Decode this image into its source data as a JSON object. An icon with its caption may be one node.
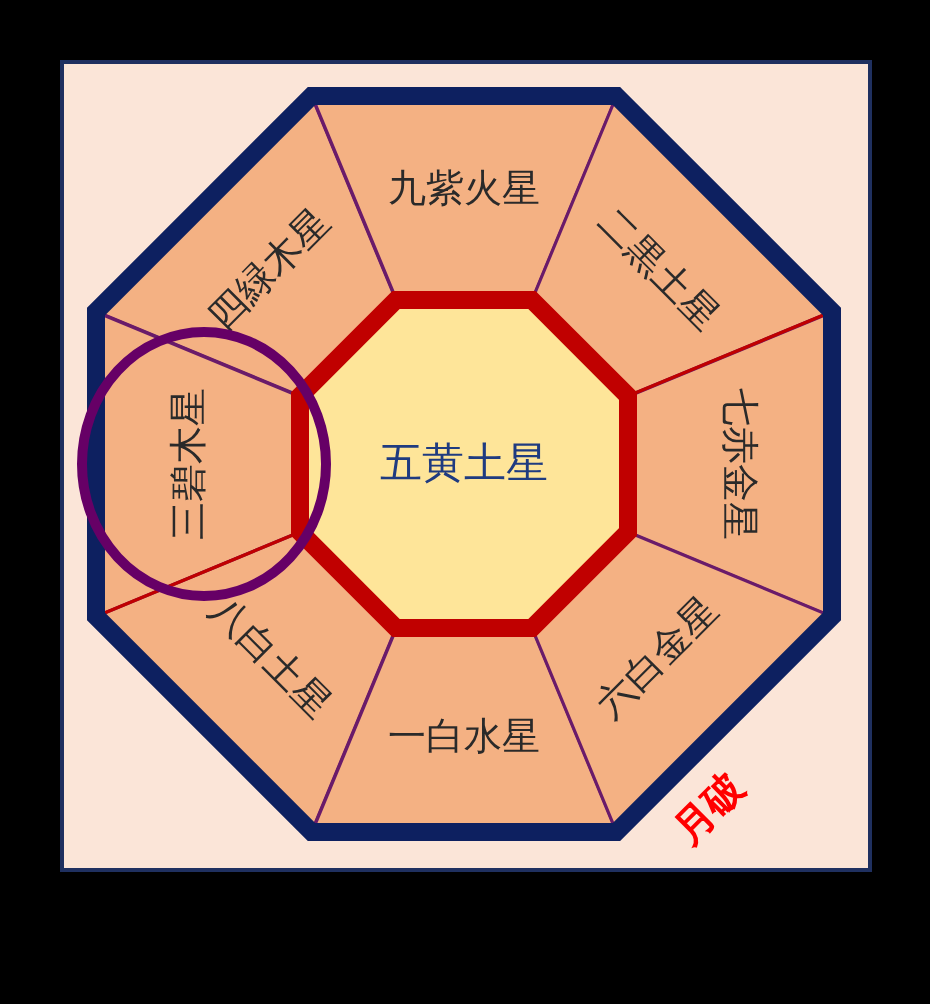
{
  "diagram": {
    "nodes": [
      {
        "text": [
          "四緑木星"
        ]
      },
      {
        "text": [
          "九紫火星"
        ]
      },
      {
        "text": [
          "二黒土星"
        ]
      },
      {
        "text": [
          "三碧木星"
        ]
      },
      {
        "text": [
          "五黄土星"
        ]
      },
      {
        "text": [
          "七赤金星"
        ]
      },
      {
        "text": [
          "八白土星"
        ]
      },
      {
        "text": [
          "一白水星"
        ]
      },
      {
        "text": [
          "六白金星"
        ]
      }
    ],
    "labels": [
      "月破"
    ]
  }
}
